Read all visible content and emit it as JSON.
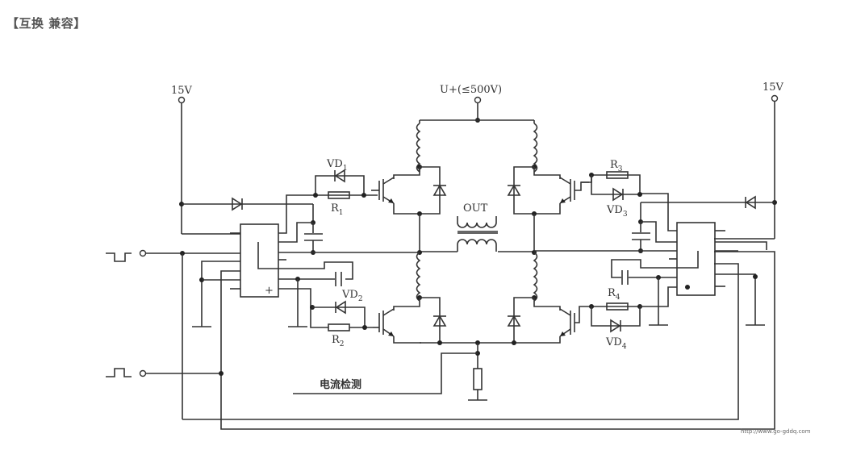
{
  "heading": "【互换 兼容】",
  "diagram": {
    "supply_top": "U+(≤500V)",
    "supply_left": "15V",
    "supply_right": "15V",
    "transformer_label": "OUT",
    "current_sense_label": "电流检测",
    "watermark": "http://www.go-gddq.com",
    "components": {
      "vd1": {
        "main": "VD",
        "sub": "1"
      },
      "vd2": {
        "main": "VD",
        "sub": "2"
      },
      "vd3": {
        "main": "VD",
        "sub": "3"
      },
      "vd4": {
        "main": "VD",
        "sub": "4"
      },
      "r1": {
        "main": "R",
        "sub": "1"
      },
      "r2": {
        "main": "R",
        "sub": "2"
      },
      "r3": {
        "main": "R",
        "sub": "3"
      },
      "r4": {
        "main": "R",
        "sub": "4"
      }
    },
    "left_ic_plus": "+"
  }
}
